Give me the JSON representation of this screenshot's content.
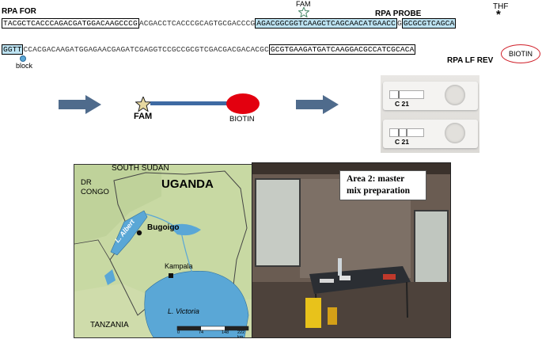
{
  "labels": {
    "rpa_for": "RPA FOR",
    "fam_top": "FAM",
    "rpa_probe": "RPA PROBE",
    "thf": "THF",
    "rpa_lf_rev": "RPA LF REV",
    "biotin_oval": "BIOTIN",
    "block": "block",
    "star_mark": "*"
  },
  "sequence": {
    "line1": {
      "for_primer": "TACGCTCACCCAGACGATGGACAAGCCCG",
      "mid": "ACGACCTCACCCGCAGTGCGACCCG",
      "probe": "AGACGGCGGTCAAGCTCAGCAACATGAACC",
      "thf_base": "G",
      "probe_end": "GCGCGTCAGCA"
    },
    "line2": {
      "probe_tail": "GGTT",
      "mid": "CCACGACAAGATGGAGAACGAGATCGAGGTCCGCCGCGTCGACGACGACACGC",
      "rev_primer": "GCGTGAAGATGATCAAGGACGCCATCGCACA"
    }
  },
  "diagram": {
    "fam_label": "FAM",
    "biotin_label": "BIOTIN"
  },
  "strips": {
    "strip1_label": "C 21",
    "strip2_label": "C 21"
  },
  "map": {
    "country": "UGANDA",
    "south_sudan": "SOUTH SUDAN",
    "dr": "DR",
    "congo": "CONGO",
    "tanzania": "TANZANIA",
    "bugoigo": "Bugoigo",
    "kampala": "Kampala",
    "l_albert": "L. Albert",
    "l_victoria": "L. Victoria",
    "scale_ticks": [
      "0",
      "74",
      "148",
      "222 km"
    ]
  },
  "photo": {
    "caption_line1": "Area 2: master",
    "caption_line2": "mix preparation"
  },
  "colors": {
    "probe_fill": "#bde3f2",
    "arrow": "#4f6b8c",
    "biotin": "#e3000f",
    "line": "#3e6aa3",
    "star_fam": "#d6c48a",
    "lake": "#5aa7d6",
    "land": "#c8d9a3"
  }
}
